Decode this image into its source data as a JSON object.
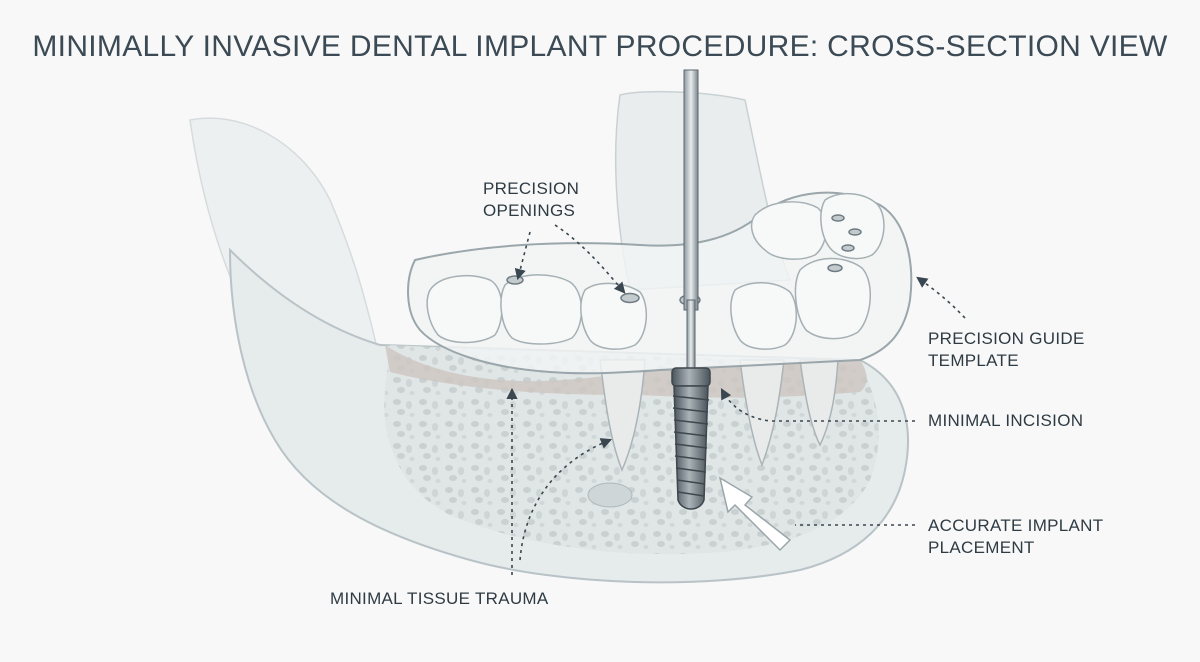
{
  "title": "MINIMALLY INVASIVE DENTAL IMPLANT PROCEDURE: CROSS-SECTION VIEW",
  "labels": {
    "precision_openings": [
      "PRECISION",
      "OPENINGS"
    ],
    "guide_template": [
      "PRECISION GUIDE",
      "TEMPLATE"
    ],
    "minimal_incision": "MINIMAL INCISION",
    "accurate_placement": [
      "ACCURATE IMPLANT",
      "PLACEMENT"
    ],
    "tissue_trauma": "MINIMAL TISSUE TRAUMA"
  },
  "colors": {
    "bone": "#e6ebec",
    "bone_shadow": "#c9d2d6",
    "gum": "#c9c3bd",
    "implant": "#5f6a72",
    "leader": "#3a4650"
  }
}
